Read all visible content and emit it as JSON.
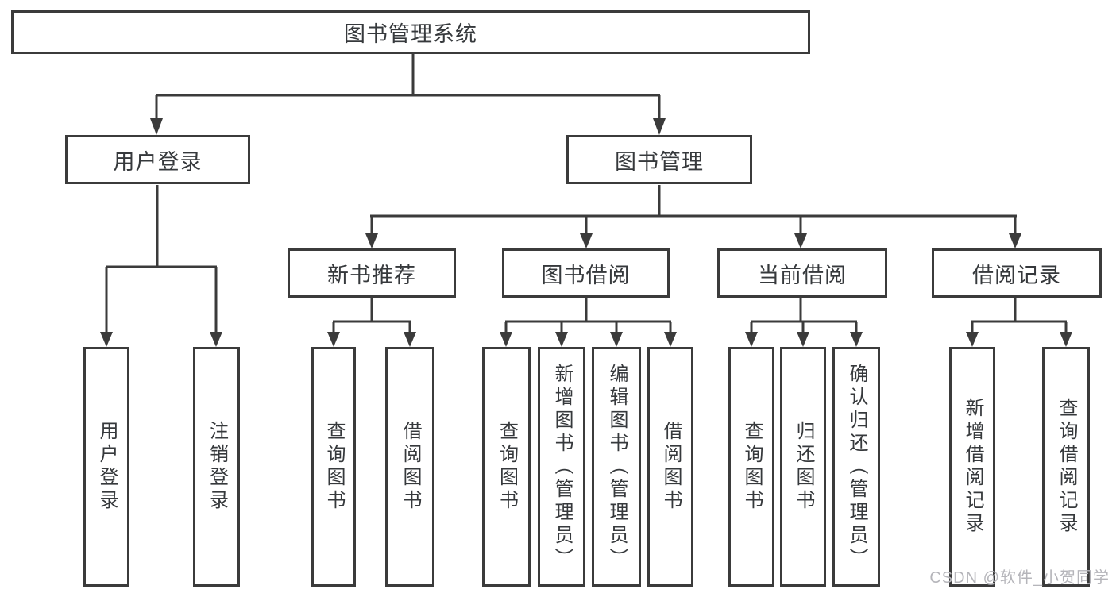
{
  "diagram": {
    "root": {
      "label": "图书管理系统"
    },
    "level2": [
      {
        "label": "用户登录"
      },
      {
        "label": "图书管理"
      }
    ],
    "level3": [
      {
        "label": "新书推荐"
      },
      {
        "label": "图书借阅"
      },
      {
        "label": "当前借阅"
      },
      {
        "label": "借阅记录"
      }
    ],
    "leaves": {
      "login": [
        "用户登录",
        "注销登录"
      ],
      "recommend": [
        "查询图书",
        "借阅图书"
      ],
      "borrow": [
        "查询图书",
        "新增图书（管理员）",
        "编辑图书（管理员）",
        "借阅图书"
      ],
      "current": [
        "查询图书",
        "归还图书",
        "确认归还（管理员）"
      ],
      "records": [
        "新增借阅记录",
        "查询借阅记录"
      ]
    }
  },
  "watermark": {
    "text": "CSDN @软件_小贺同学",
    "color": "#b5b5ba"
  },
  "colors": {
    "line": "#3b3b3b",
    "text": "#36393c",
    "background": "#ffffff"
  }
}
